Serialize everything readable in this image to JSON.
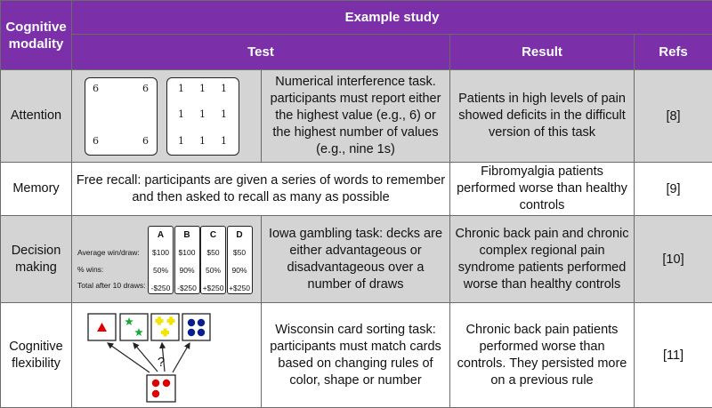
{
  "header": {
    "modality": "Cognitive modality",
    "example_study": "Example study",
    "test": "Test",
    "result": "Result",
    "refs": "Refs"
  },
  "rows": [
    {
      "modality": "Attention",
      "test": "Numerical interference task. participants must report either the highest value (e.g., 6) or the highest number of values (e.g., nine 1s)",
      "result": "Patients in high levels of pain showed deficits in the difficult version of this task",
      "ref": "[8]",
      "cards": {
        "left_digit": "6",
        "right_digit": "1"
      }
    },
    {
      "modality": "Memory",
      "test": "Free recall: participants are given a series of words to remember and then asked to recall as many as possible",
      "result": "Fibromyalgia patients performed worse than healthy controls",
      "ref": "[9]"
    },
    {
      "modality": "Decision making",
      "test": "Iowa gambling task: decks are either advantageous or disadvantageous over a number of draws",
      "result": "Chronic back pain and chronic complex regional pain syndrome patients performed worse than healthy controls",
      "ref": "[10]",
      "igt": {
        "row_labels": [
          "Average win/draw:",
          "% wins:",
          "Total after 10 draws:"
        ],
        "decks": [
          {
            "name": "A",
            "win": "$100",
            "pct": "50%",
            "total": "-$250"
          },
          {
            "name": "B",
            "win": "$100",
            "pct": "90%",
            "total": "-$250"
          },
          {
            "name": "C",
            "win": "$50",
            "pct": "50%",
            "total": "+$250"
          },
          {
            "name": "D",
            "win": "$50",
            "pct": "90%",
            "total": "+$250"
          }
        ]
      }
    },
    {
      "modality": "Cognitive flexibility",
      "test": "Wisconsin card sorting task: participants must match cards based on changing rules of color, shape or number",
      "result": "Chronic back pain patients performed worse than controls. They persisted more on a previous rule",
      "ref": "[11]",
      "wcst": {
        "question": "?"
      }
    }
  ],
  "colors": {
    "header_bg": "#7b2fa8",
    "row_grey": "#d4d4d4",
    "card_red": "#e00000",
    "card_green": "#19a83a",
    "card_yellow": "#f2e600",
    "card_blue": "#0a1f8f"
  }
}
